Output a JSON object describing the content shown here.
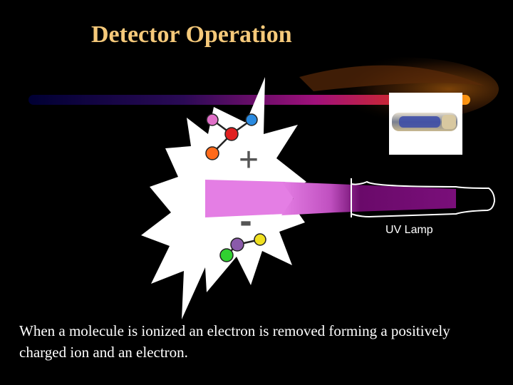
{
  "slide": {
    "title": "Detector Operation",
    "lamp_label": "UV Lamp",
    "caption": "When a molecule is ionized an electron is removed forming a positively charged ion and an electron.",
    "plus_sign": "+",
    "minus_sign": "-"
  },
  "colors": {
    "background": "#000000",
    "title": "#f5c97a",
    "beam_light": "#e47ee4",
    "beam_dark": "#6a0a6a",
    "flash": "#ffffff",
    "lamp_outline": "#ffffff"
  },
  "icons": {
    "ionization-flash": "white starburst",
    "positive-molecule": "ball-and-stick molecule",
    "negative-molecule": "ball-and-stick molecule",
    "uv-lamp": "lamp tube outline",
    "lamp-photo": "photo of glass lamp"
  }
}
